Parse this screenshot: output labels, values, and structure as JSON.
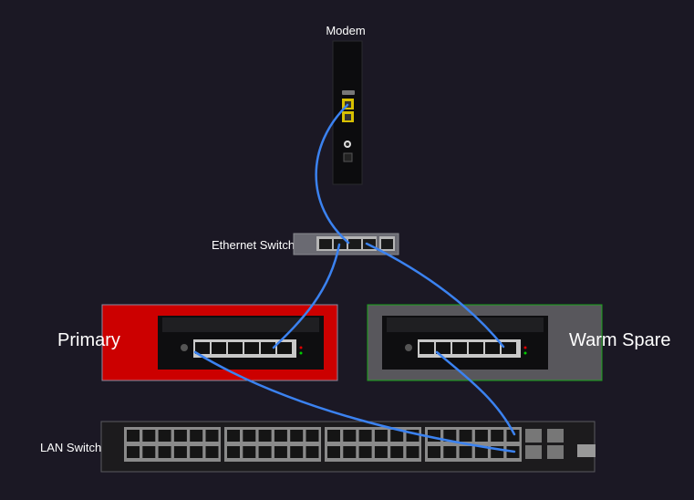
{
  "nodes": {
    "modem": {
      "label": "Modem"
    },
    "ethernet_switch": {
      "label": "Ethernet Switch"
    },
    "primary": {
      "label": "Primary",
      "color": "#cc0000"
    },
    "warm_spare": {
      "label": "Warm Spare",
      "color": "#58575c",
      "border": "#1aa51a"
    },
    "lan_switch": {
      "label": "LAN Switch"
    }
  },
  "cable_color": "#3b82f0",
  "connections": [
    {
      "from": "Modem",
      "to": "Ethernet Switch"
    },
    {
      "from": "Ethernet Switch",
      "to": "Primary WAN"
    },
    {
      "from": "Ethernet Switch",
      "to": "Warm Spare WAN"
    },
    {
      "from": "Primary LAN",
      "to": "LAN Switch"
    },
    {
      "from": "Warm Spare LAN",
      "to": "LAN Switch"
    }
  ]
}
